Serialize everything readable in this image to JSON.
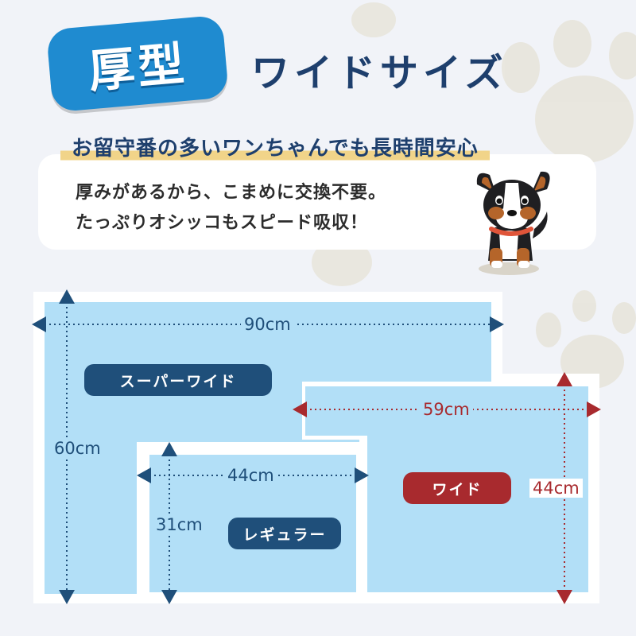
{
  "header": {
    "badge_label": "厚型",
    "headline": "ワイドサイズ"
  },
  "info": {
    "sub_heading": "お留守番の多いワンちゃんでも長時間安心",
    "line_1": "厚みがあるから、こまめに交換不要。",
    "line_2": "たっぷりオシッコもスピード吸収！"
  },
  "sizes": {
    "super_wide": {
      "label": "スーパーワイド",
      "width": "90cm",
      "height": "60cm"
    },
    "wide": {
      "label": "ワイド",
      "width": "59cm",
      "height": "44cm"
    },
    "regular": {
      "label": "レギュラー",
      "width": "44cm",
      "height": "31cm"
    }
  },
  "colors": {
    "navy": "#1f4f7a",
    "red": "#a82a2e",
    "sheet_blue": "#b2dff7",
    "badge_blue": "#1f8bd0",
    "highlight_yellow": "#f1d489"
  },
  "icons": {
    "paw": "paw-print-icon",
    "dog": "dog-illustration",
    "arrow": "double-headed-arrow-icon"
  }
}
